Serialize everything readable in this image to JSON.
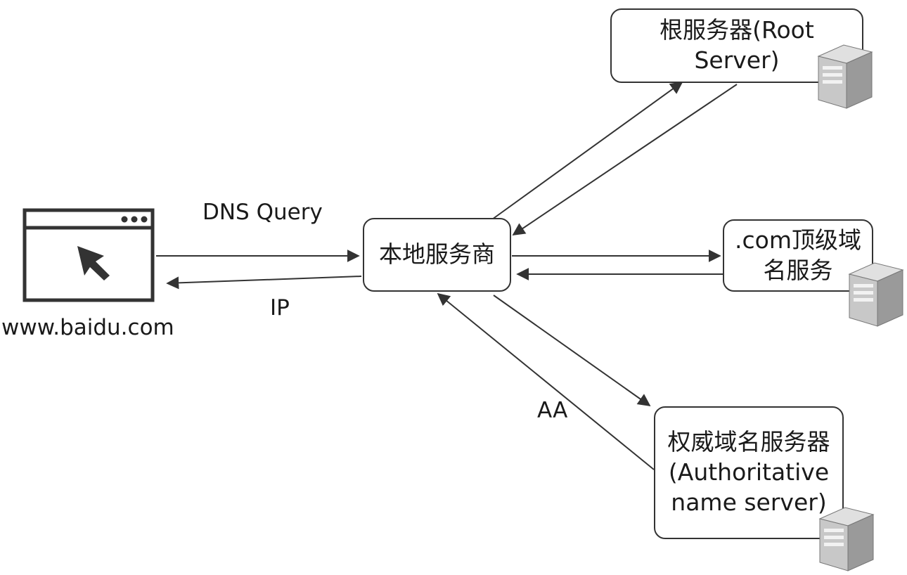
{
  "nodes": {
    "local": {
      "label": "本地服务商"
    },
    "root": {
      "line1": "根服务器(Root",
      "line2": "Server)"
    },
    "tld": {
      "line1": ".com顶级域",
      "line2": "名服务"
    },
    "auth": {
      "line1": "权威域名服务器",
      "line2": "(Authoritative",
      "line3": "name server)"
    }
  },
  "client": {
    "label": "www.baidu.com"
  },
  "edges": {
    "query": "DNS Query",
    "ip": "IP",
    "aa": "AA"
  },
  "icons": {
    "browser": "browser-window-cursor-icon",
    "server": "server-tower-icon"
  },
  "colors": {
    "stroke": "#333333",
    "server_body": "#c8c8c8",
    "server_side": "#9a9a9a"
  }
}
